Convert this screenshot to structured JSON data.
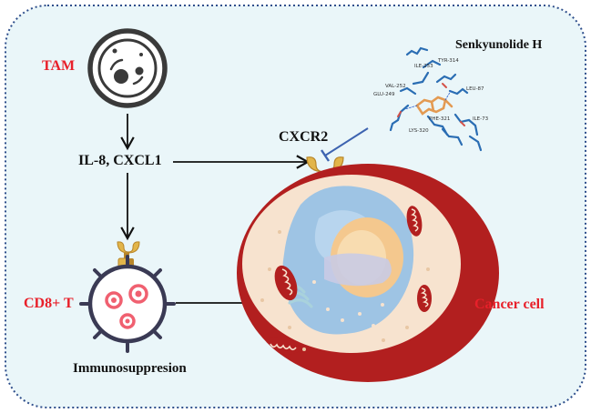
{
  "labels": {
    "tam": "TAM",
    "il8_cxcl1": "IL-8, CXCL1",
    "cxcr2": "CXCR2",
    "senkyunolide_h": "Senkyunolide H",
    "cd8_t": "CD8+ T",
    "cancer_cell": "Cancer cell",
    "immunosuppresion": "Immunosuppresion"
  },
  "residues": [
    "ILE-253",
    "TYR-314",
    "VAL-252",
    "LEU-87",
    "GLU-249",
    "PHE-321",
    "ILE-73",
    "LYS-320"
  ],
  "colors": {
    "background": "#eaf6f9",
    "frame_dots": "#2f4f8c",
    "label_red": "#e8202a",
    "receptor_gold": "#e2b54a",
    "receptor_dark": "#b8862a",
    "tcell_ring": "#3a3a54",
    "tcell_granule": "#f06070",
    "cancer_red": "#b21f1f",
    "cytoplasm": "#f7e3cf",
    "nucleus_blue": "#9ec4e4",
    "nucleolus": "#f4c88e",
    "inhibitor_blue": "#3d63b0",
    "molecule_blue": "#2a6db3",
    "molecule_orange": "#e39a52"
  }
}
